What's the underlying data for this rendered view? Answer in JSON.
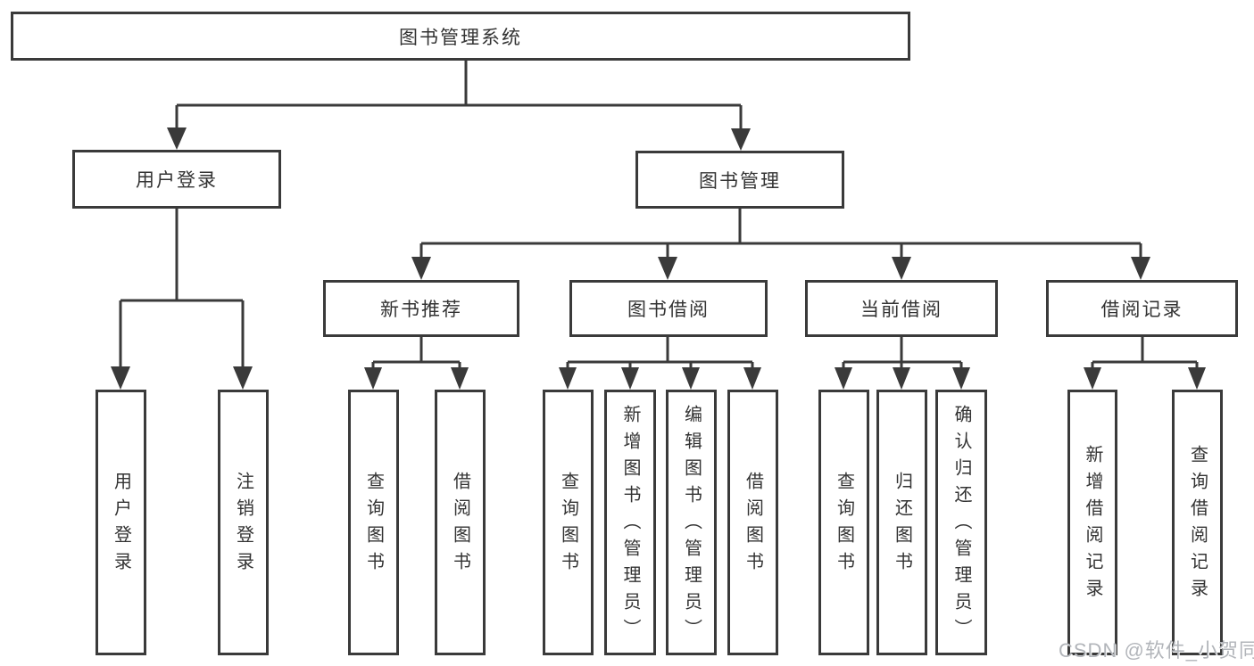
{
  "tree": {
    "root": "图书管理系统",
    "children": [
      {
        "label": "用户登录",
        "children": [
          {
            "label": "用户登录"
          },
          {
            "label": "注销登录"
          }
        ]
      },
      {
        "label": "图书管理",
        "children": [
          {
            "label": "新书推荐",
            "children": [
              {
                "label": "查询图书"
              },
              {
                "label": "借阅图书"
              }
            ]
          },
          {
            "label": "图书借阅",
            "children": [
              {
                "label": "查询图书"
              },
              {
                "label": "新增图书（管理员）"
              },
              {
                "label": "编辑图书（管理员）"
              },
              {
                "label": "借阅图书"
              }
            ]
          },
          {
            "label": "当前借阅",
            "children": [
              {
                "label": "查询图书"
              },
              {
                "label": "归还图书"
              },
              {
                "label": "确认归还（管理员）"
              }
            ]
          },
          {
            "label": "借阅记录",
            "children": [
              {
                "label": "新增借阅记录"
              },
              {
                "label": "查询借阅记录"
              }
            ]
          }
        ]
      }
    ]
  },
  "watermark": {
    "text": "CSDN @软件_小贺同学"
  },
  "colors": {
    "line": "#3a3a3a",
    "text": "#333333",
    "background": "#ffffff",
    "watermark": "#b2b5ba"
  }
}
